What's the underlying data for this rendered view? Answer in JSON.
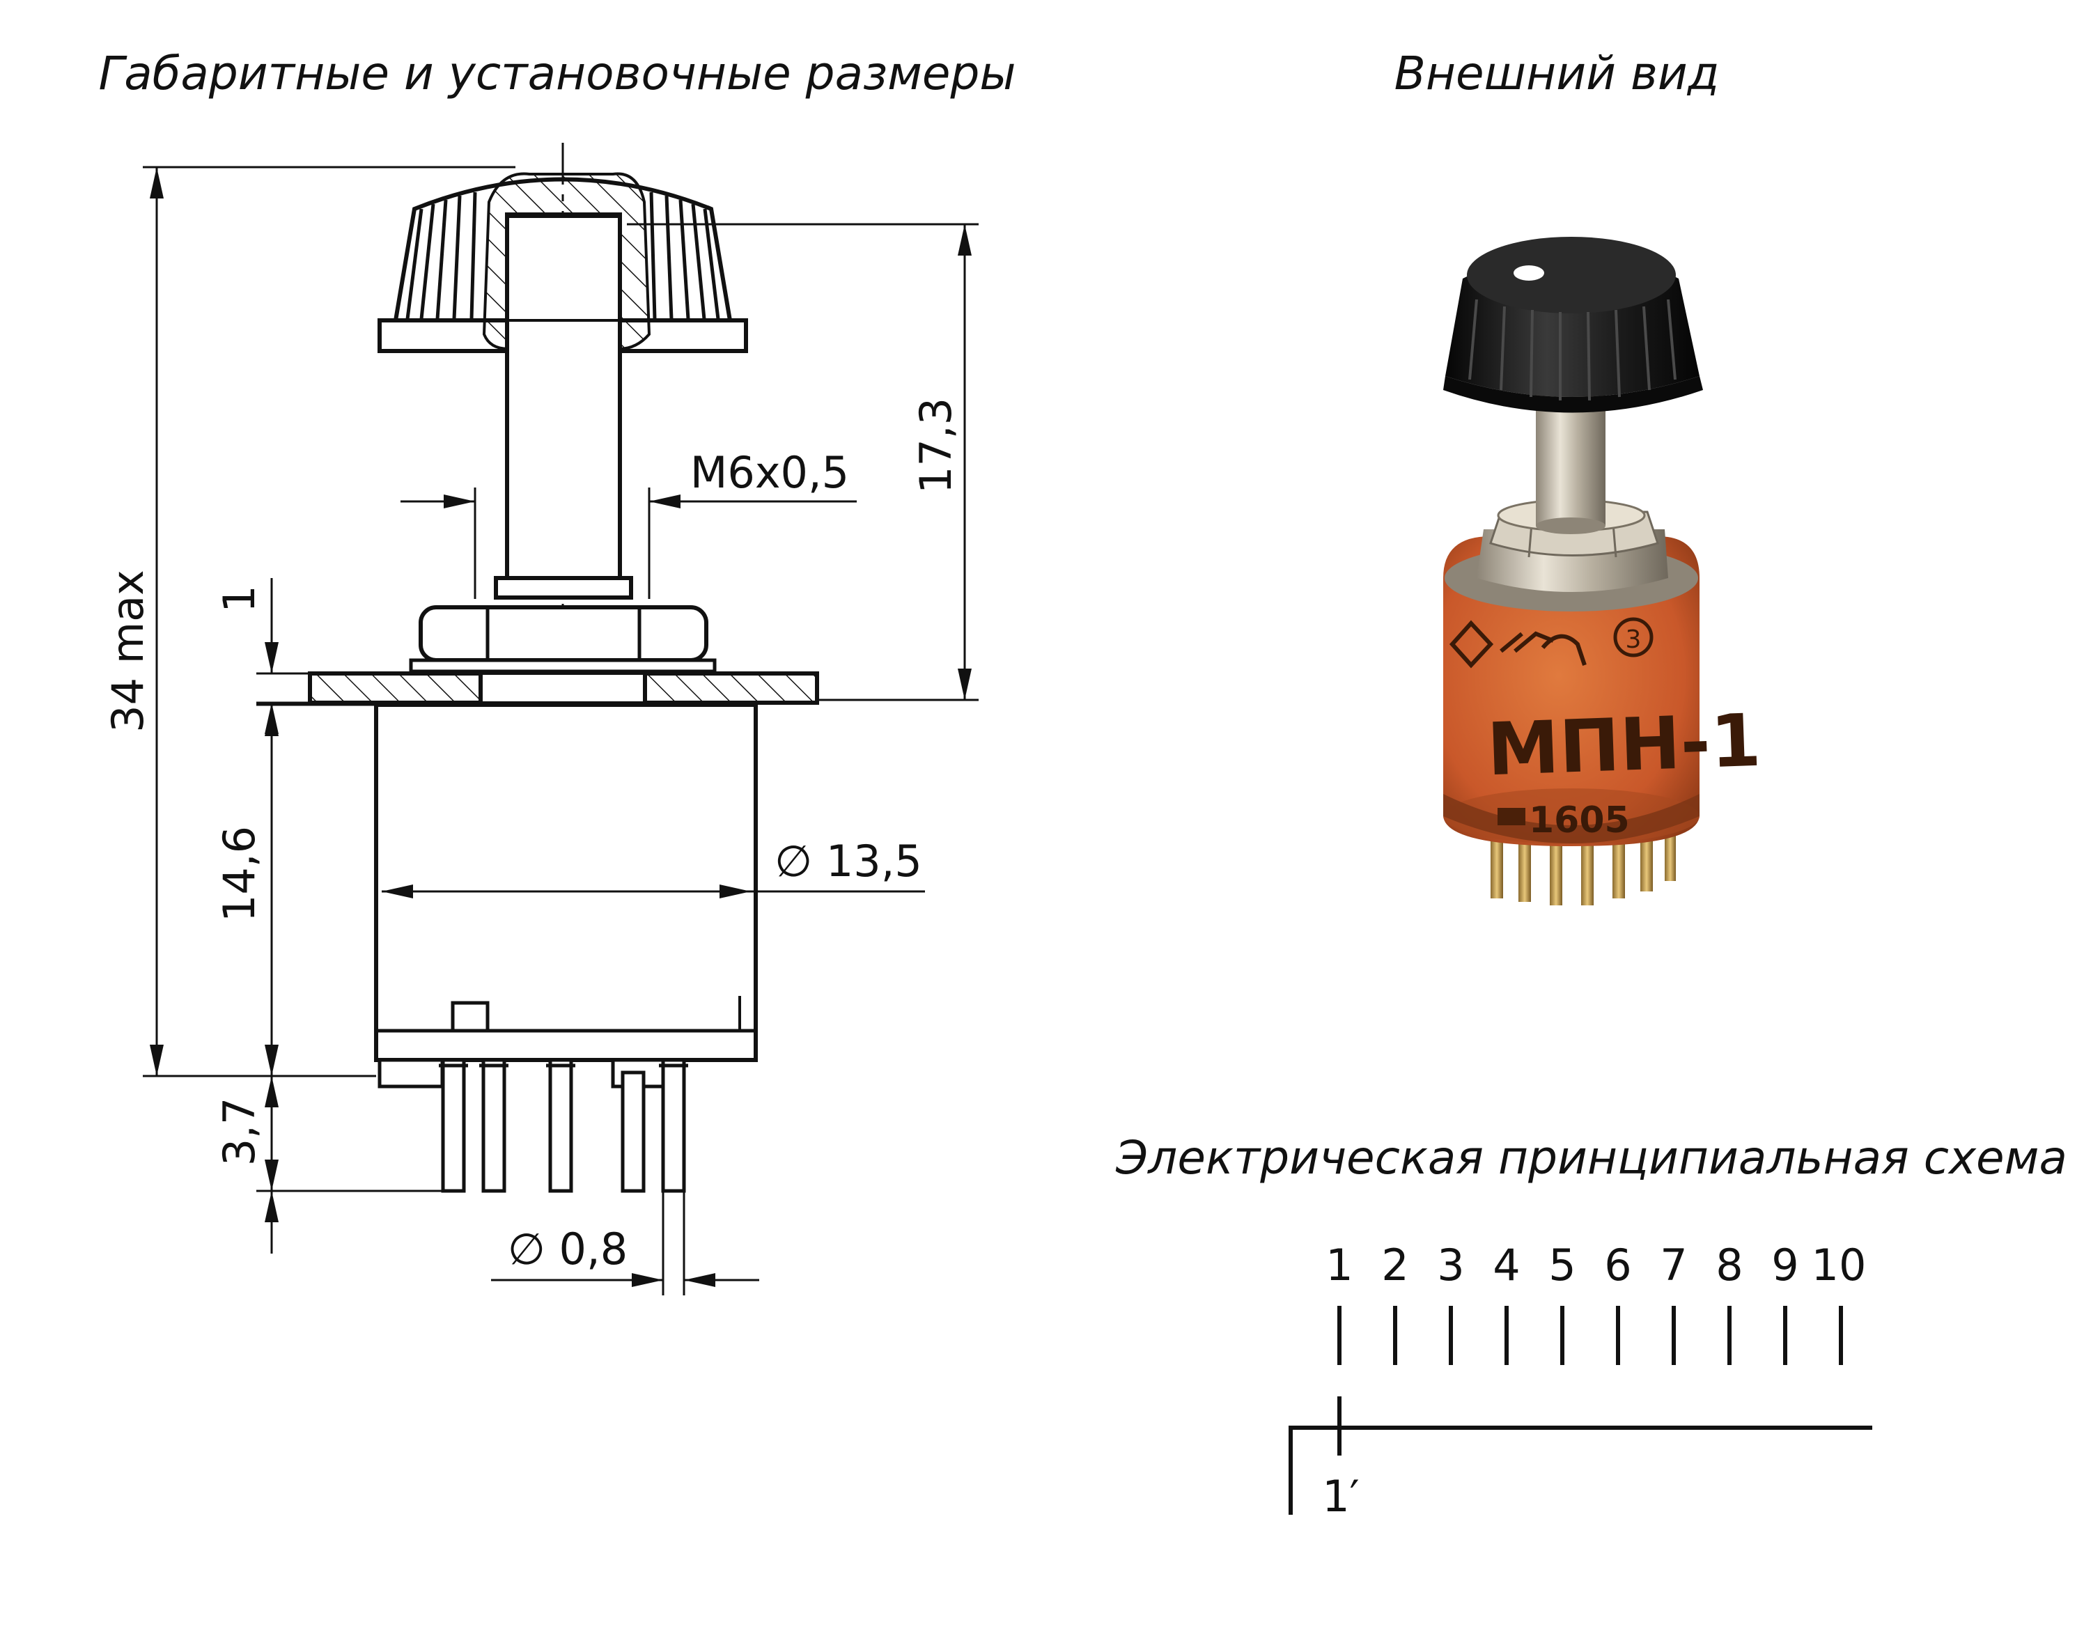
{
  "titles": {
    "dimensions": "Габаритные и установочные размеры",
    "appearance": "Внешний вид",
    "schematic": "Электрическая принципиальная схема"
  },
  "dimensions": {
    "overall_height": "34 max",
    "shaft_length": "17,3",
    "thread": "M6x0,5",
    "gap": "1",
    "body_height": "14,6",
    "body_diameter": "∅ 13,5",
    "pin_length": "3,7",
    "pin_diameter": "∅ 0,8"
  },
  "photo": {
    "model_label": "МПН-1",
    "date_code": "1605",
    "body_color": "#d2652d",
    "knob_color": "#151515"
  },
  "schematic": {
    "terminals": [
      "1",
      "2",
      "3",
      "4",
      "5",
      "6",
      "7",
      "8",
      "9",
      "10"
    ],
    "common": "1′"
  }
}
